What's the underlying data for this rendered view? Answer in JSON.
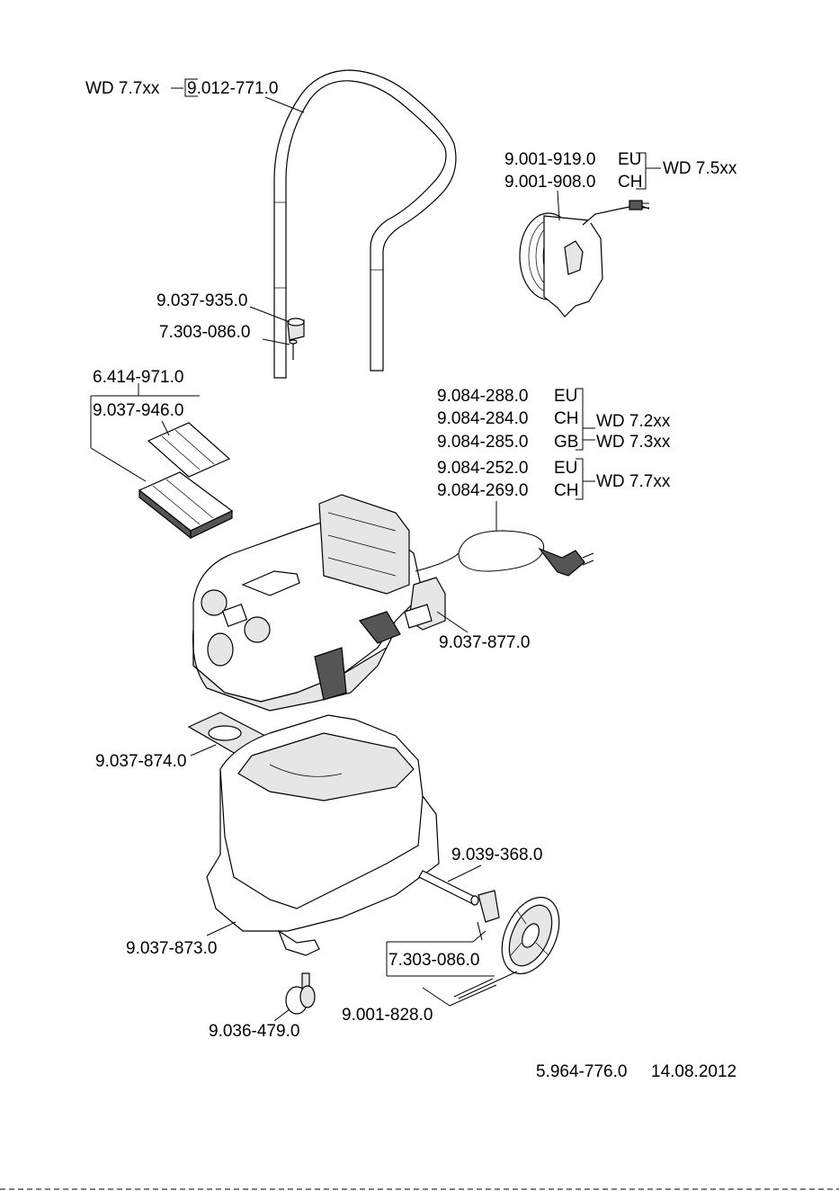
{
  "labels": {
    "handle_model": "WD 7.7xx",
    "handle_part": "9.012-771.0",
    "reel_eu": "9.001-919.0",
    "reel_eu_code": "EU",
    "reel_ch": "9.001-908.0",
    "reel_ch_code": "CH",
    "reel_model": "WD 7.5xx",
    "clip": "9.037-935.0",
    "screw_top": "7.303-086.0",
    "filter_set": "6.414-971.0",
    "filter": "9.037-946.0",
    "cable_288": "9.084-288.0",
    "cable_288_code": "EU",
    "cable_284": "9.084-284.0",
    "cable_284_code": "CH",
    "cable_285": "9.084-285.0",
    "cable_285_code": "GB",
    "cable_model_72": "WD 7.2xx",
    "cable_model_73": "WD 7.3xx",
    "cable_252": "9.084-252.0",
    "cable_252_code": "EU",
    "cable_269": "9.084-269.0",
    "cable_269_code": "CH",
    "cable_model_77": "WD 7.7xx",
    "holder": "9.037-877.0",
    "seal": "9.037-874.0",
    "axle": "9.039-368.0",
    "container": "9.037-873.0",
    "screw_bottom": "7.303-086.0",
    "wheel": "9.001-828.0",
    "castor": "9.036-479.0",
    "doc_number": "5.964-776.0",
    "doc_date": "14.08.2012"
  }
}
